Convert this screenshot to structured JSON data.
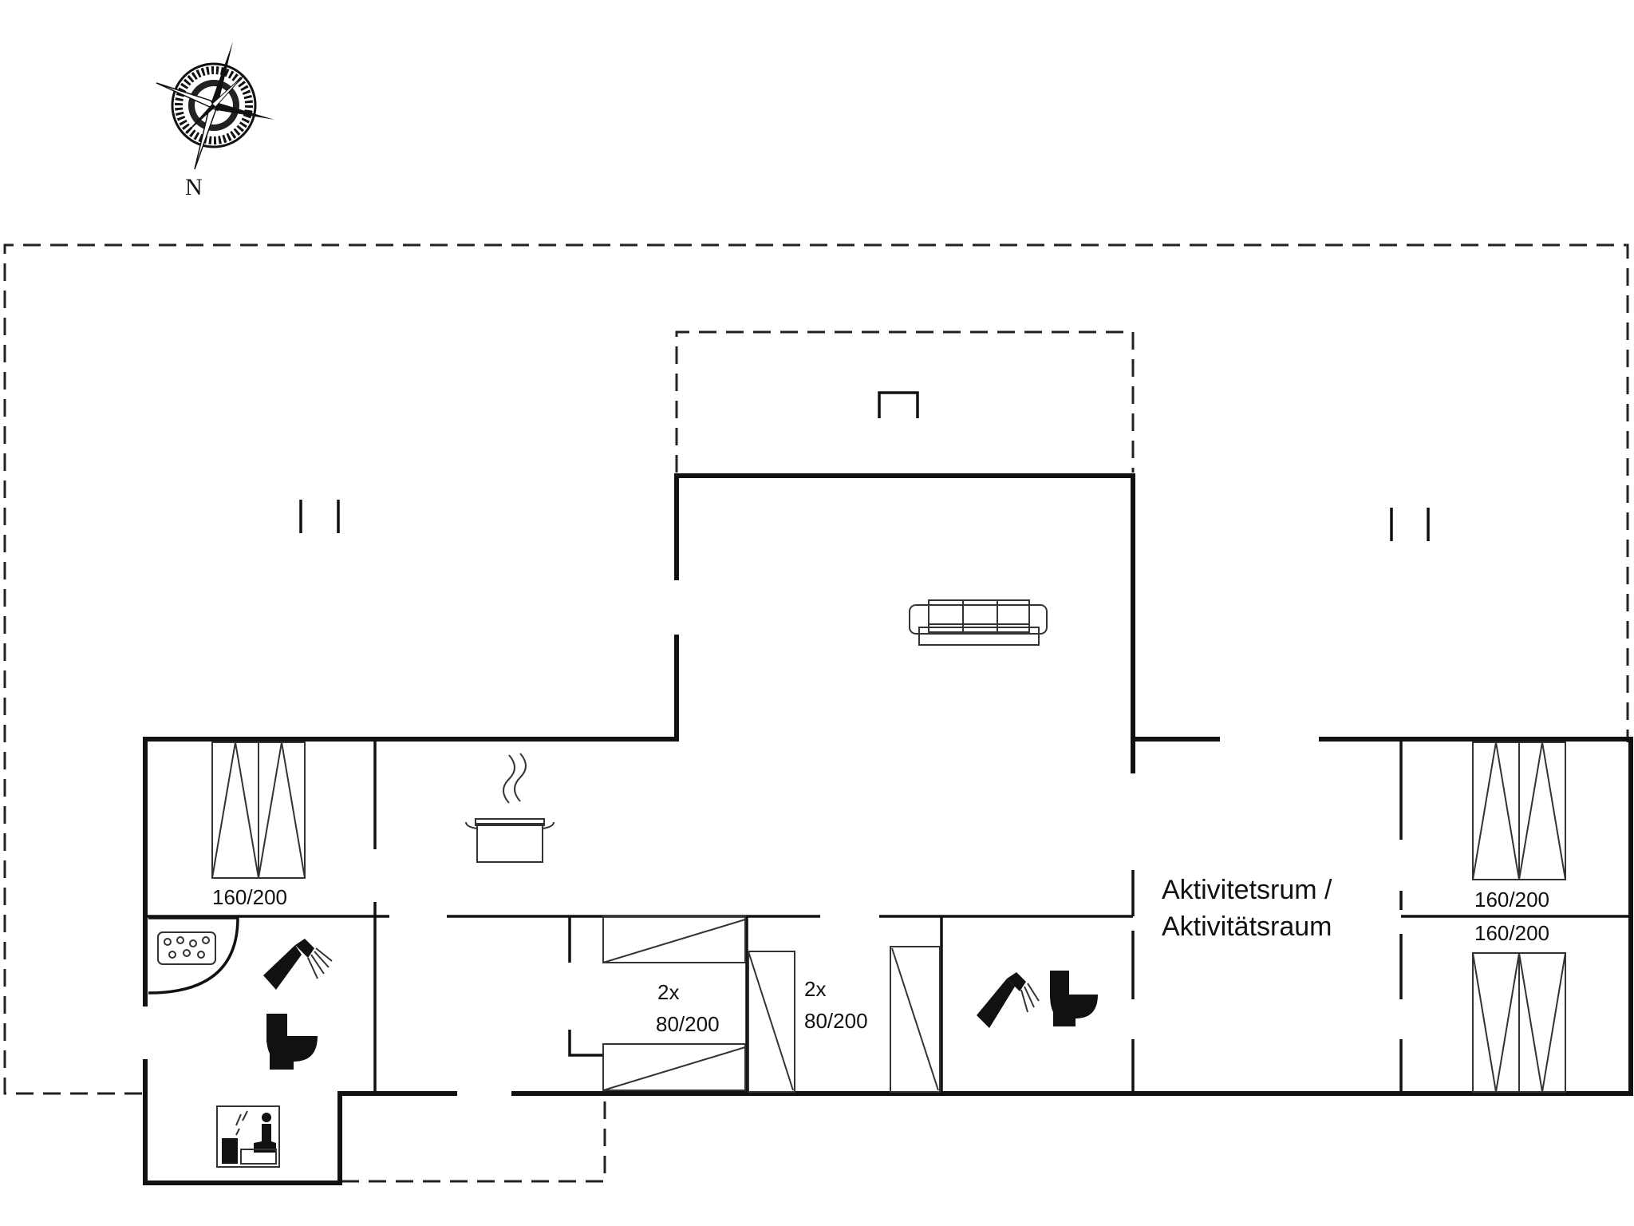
{
  "compass": {
    "north_label": "N"
  },
  "rooms": {
    "activity_room": {
      "label_line1": "Aktivitetsrum /",
      "label_line2": "Aktivitätsraum"
    }
  },
  "beds": {
    "bed_left": "160/200",
    "bed_right_upper": "160/200",
    "bed_right_lower": "160/200",
    "bunk_1_count": "2x",
    "bunk_1_size": "80/200",
    "bunk_2_count": "2x",
    "bunk_2_size": "80/200"
  },
  "icons": [
    "compass-icon",
    "sofa-icon",
    "cooking-pot-icon",
    "shower-icon",
    "toilet-icon",
    "whirlpool-icon",
    "sauna-icon",
    "window-icon"
  ]
}
